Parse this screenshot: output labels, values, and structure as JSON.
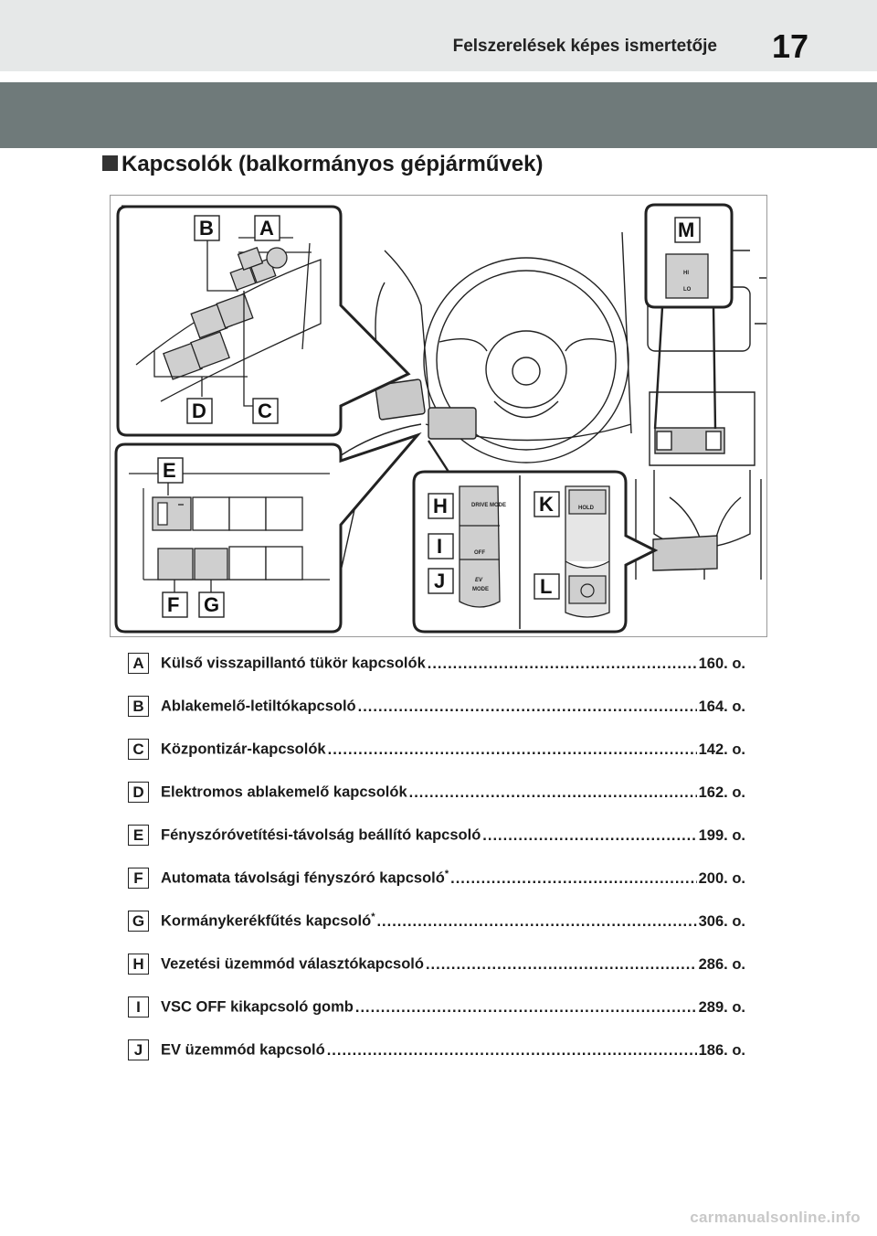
{
  "header": {
    "title": "Felszerelések képes ismertetője",
    "page_number": "17"
  },
  "section": {
    "title": "Kapcsolók (balkormányos gépjárművek)"
  },
  "figure": {
    "callouts": {
      "A": "A",
      "B": "B",
      "C": "C",
      "D": "D",
      "E": "E",
      "F": "F",
      "G": "G",
      "H": "H",
      "I": "I",
      "J": "J",
      "K": "K",
      "L": "L",
      "M": "M"
    },
    "switch_text": {
      "drive_mode": "DRIVE MODE",
      "vsc_off": "OFF",
      "ev_logo": "EV",
      "ev_mode": "MODE",
      "hold": "HOLD",
      "seat_hi": "HI",
      "seat_lo": "LO"
    }
  },
  "items": [
    {
      "letter": "A",
      "label": "Külső visszapillantó tükör kapcsolók",
      "star": "",
      "page": "160. o."
    },
    {
      "letter": "B",
      "label": "Ablakemelő-letiltókapcsoló",
      "star": "",
      "page": "164. o."
    },
    {
      "letter": "C",
      "label": "Központizár-kapcsolók",
      "star": "",
      "page": "142. o."
    },
    {
      "letter": "D",
      "label": "Elektromos ablakemelő kapcsolók",
      "star": "",
      "page": "162. o."
    },
    {
      "letter": "E",
      "label": "Fényszóróvetítési-távolság beállító kapcsoló",
      "star": "",
      "page": "199. o."
    },
    {
      "letter": "F",
      "label": "Automata távolsági fényszóró kapcsoló",
      "star": "*",
      "page": "200. o."
    },
    {
      "letter": "G",
      "label": "Kormánykerékfűtés kapcsoló",
      "star": "*",
      "page": "306. o."
    },
    {
      "letter": "H",
      "label": "Vezetési üzemmód választókapcsoló",
      "star": "",
      "page": "286. o."
    },
    {
      "letter": "I",
      "label": "VSC OFF kikapcsoló gomb",
      "star": "",
      "page": "289. o."
    },
    {
      "letter": "J",
      "label": "EV üzemmód kapcsoló",
      "star": "",
      "page": "186. o."
    }
  ],
  "watermark": "carmanualsonline.info"
}
